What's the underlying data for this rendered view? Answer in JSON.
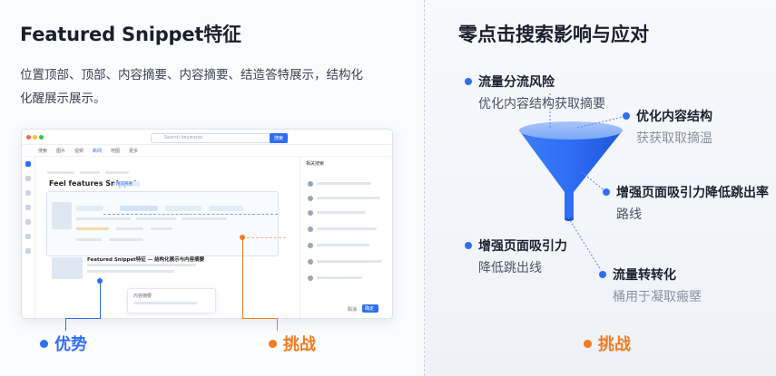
{
  "left": {
    "title": "Featured Snippet特征",
    "description": "位置顶部、顶部、内容摘要、内容摘要、结造答特展示，结构化化醒展示展示。",
    "mock": {
      "nav_items": [
        "搜索",
        "图片",
        "视频",
        "新闻",
        "地图",
        "更多"
      ],
      "search_placeholder": "Search keywords",
      "search_button": "搜索",
      "snippet_title": "Feel features Snippet",
      "snippet_tag": "精选摘要",
      "result_title": "Featured Snippet特征 — 结构化展示与内容摘要",
      "right_header": "相关搜索",
      "popup_text": "内容摘要",
      "ok_button": "确定",
      "cancel_text": "取消"
    },
    "legend_advantage": "优势",
    "legend_challenge": "挑战",
    "colors": {
      "blue": "#2f6df6",
      "orange": "#f07b22"
    }
  },
  "right": {
    "title": "零点击搜索影响与应对",
    "items": [
      {
        "title": "流量分流风险",
        "sub": "优化内容结构获取摘要"
      },
      {
        "title": "优化内容结构",
        "sub": "获获取取摘温"
      },
      {
        "title": "增强页面吸引力降低跳出率",
        "sub": "路线"
      },
      {
        "title": "增强页面吸引力",
        "sub": "降低跳出线"
      },
      {
        "title": "流量转转化",
        "sub": "桶用于凝取瘢塈"
      }
    ],
    "legend_challenge": "挑战"
  }
}
